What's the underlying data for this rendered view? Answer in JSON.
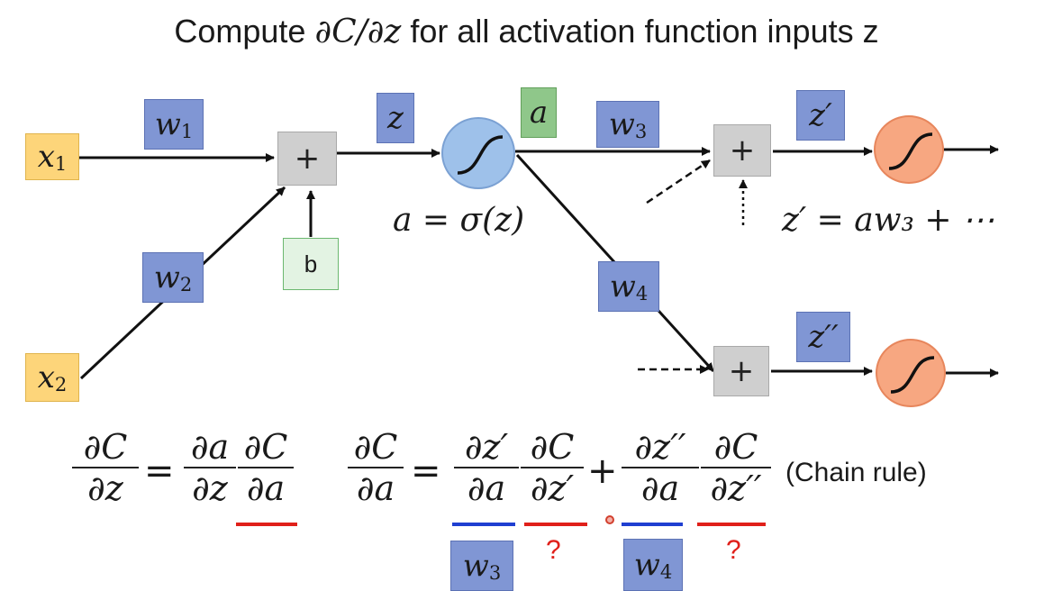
{
  "title": {
    "prefix": "Compute ",
    "math": "∂C/∂z",
    "suffix": " for all activation function inputs z"
  },
  "nodes": {
    "x1": {
      "base": "x",
      "sub": "1"
    },
    "x2": {
      "base": "x",
      "sub": "2"
    },
    "w1": {
      "base": "w",
      "sub": "1"
    },
    "w2": {
      "base": "w",
      "sub": "2"
    },
    "w3": {
      "base": "w",
      "sub": "3"
    },
    "w4": {
      "base": "w",
      "sub": "4"
    },
    "z": "z",
    "a": "a",
    "b": "b",
    "z_prime": "z′",
    "z_double_prime": "z′′",
    "plus": "+"
  },
  "equations": {
    "activation": "a = σ(z)",
    "z_prime_def": "z′ = aw₃ + ⋯",
    "dCdz": {
      "lhs_num": "∂C",
      "lhs_den": "∂z",
      "r1_num": "∂a",
      "r1_den": "∂z",
      "r2_num": "∂C",
      "r2_den": "∂a"
    },
    "dCda": {
      "lhs_num": "∂C",
      "lhs_den": "∂a",
      "t1_num": "∂z′",
      "t1_den": "∂a",
      "t2_num": "∂C",
      "t2_den": "∂z′",
      "t3_num": "∂z′′",
      "t3_den": "∂a",
      "t4_num": "∂C",
      "t4_den": "∂z′′"
    },
    "equals": "=",
    "plus": "+",
    "chain_rule": "(Chain rule)",
    "question": "?"
  },
  "colors": {
    "input_yellow": "#fdd57a",
    "weight_blue": "#8096d4",
    "activation_green": "#8fc78a",
    "neuron_blue": "#9ec1ea",
    "neuron_orange": "#f7a781",
    "underline_blue": "#1f3fd1",
    "underline_red": "#e0201a"
  }
}
